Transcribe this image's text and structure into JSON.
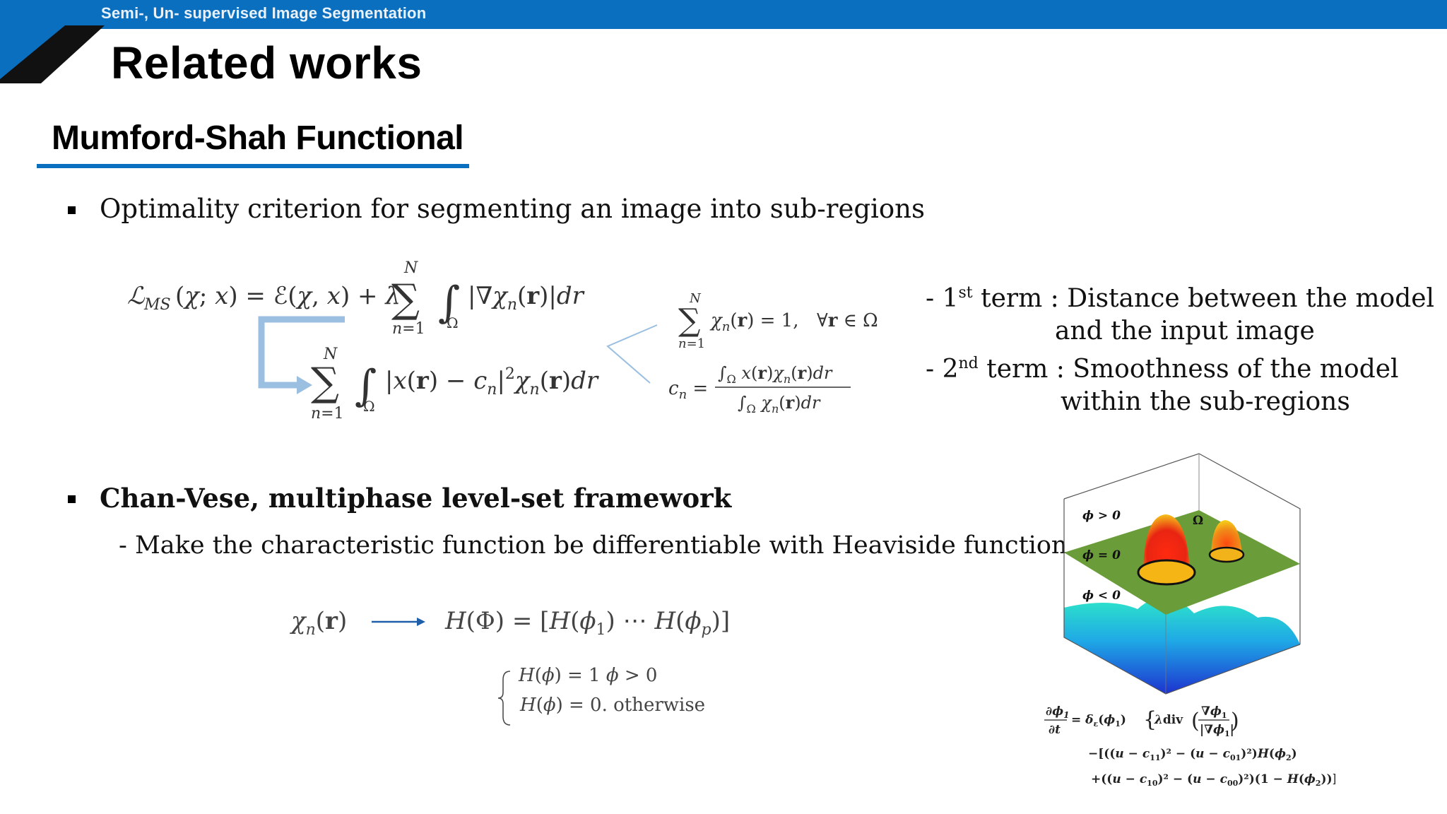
{
  "header": {
    "course": "Semi-, Un- supervised Image Segmentation"
  },
  "slide": {
    "title": "Related works"
  },
  "section": {
    "heading": "Mumford-Shah Functional"
  },
  "bullets": [
    {
      "text": "Optimality criterion for segmenting an image into sub-regions"
    },
    {
      "text": "Chan-Vese, multiphase level-set framework",
      "sub": "- Make the characteristic function be differentiable with Heaviside function"
    }
  ],
  "terms": {
    "t1_prefix": "- 1",
    "t1_sup": "st",
    "t1_text": " term : Distance between the model",
    "t1_cont": "and the input image",
    "t2_prefix": "- 2",
    "t2_sup": "nd",
    "t2_text": " term : Smoothness of the model",
    "t2_cont": "within the sub-regions"
  },
  "figure": {
    "labels": {
      "phi_pos": "ϕ > 0",
      "phi_zero": "ϕ = 0",
      "phi_neg": "ϕ < 0",
      "omega": "Ω"
    },
    "colors": {
      "plane": "#6a9c3a",
      "peak_hot": "#e8301a",
      "peak_warm": "#f3a11b",
      "surface_low": "#1f3fd0",
      "surface_mid": "#20d6c0",
      "accent": "#0b6fc0"
    }
  }
}
